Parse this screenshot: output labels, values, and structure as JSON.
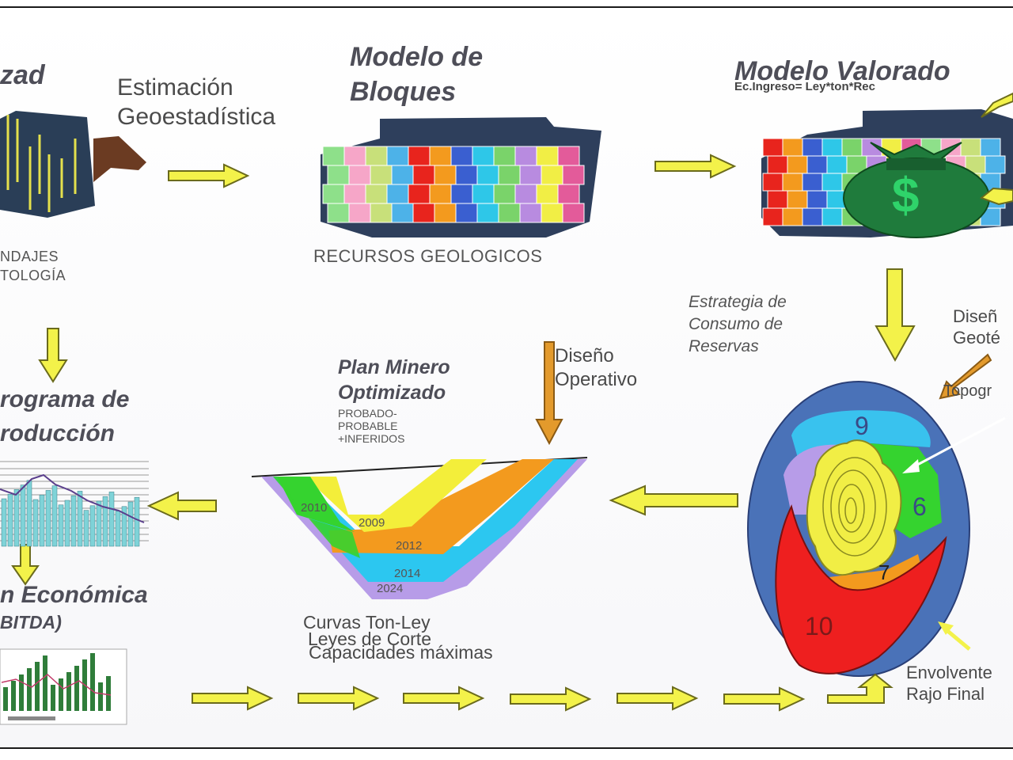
{
  "title_block_model": "Modelo de Bloques",
  "title_block_model_l1": "Modelo de",
  "title_block_model_l2": "Bloques",
  "title_valued_model": "Modelo Valorado",
  "income_equation": "Ec.Ingreso= Ley*ton*Rec",
  "title_reality_partial": "zad",
  "estimation_l1": "Estimación",
  "estimation_l2": "Geoestadística",
  "sondajes": "NDAJES",
  "litologia": "TOLOGÍA",
  "recursos": "RECURSOS GEOLOGICOS",
  "strategy_l1": "Estrategia de",
  "strategy_l2": "Consumo de",
  "strategy_l3": "Reservas",
  "design_geo_l1": "Diseñ",
  "design_geo_l2": "Geoté",
  "topography_partial": "Topogr",
  "plan_l1": "Plan Minero",
  "plan_l2": "Optimizado",
  "plan_sub": [
    "PROBADO-",
    "PROBABLE",
    "+INFERIDOS"
  ],
  "operative_l1": "Diseño",
  "operative_l2": "Operativo",
  "program_l1": "rograma de",
  "program_l2": "roducción",
  "economic": "n Económica",
  "ebitda": "BITDA)",
  "curves": [
    "Curvas Ton-Ley",
    "Leyes de Corte",
    "Capacidades máximas"
  ],
  "phase_years": [
    "2010",
    "2009",
    "2012",
    "2014",
    "2024"
  ],
  "pit_numbers": [
    "9",
    "6",
    "10",
    "7"
  ],
  "envelope_l1": "Envolvente",
  "envelope_l2": "Rajo Final",
  "dollar": "$",
  "colors": {
    "arrow_yellow": "#f3f24a",
    "arrow_orange": "#e39a2c",
    "pit_blue": "#4a72b8",
    "pit_red": "#ee1f1f",
    "pit_yellow": "#f1ee45"
  }
}
